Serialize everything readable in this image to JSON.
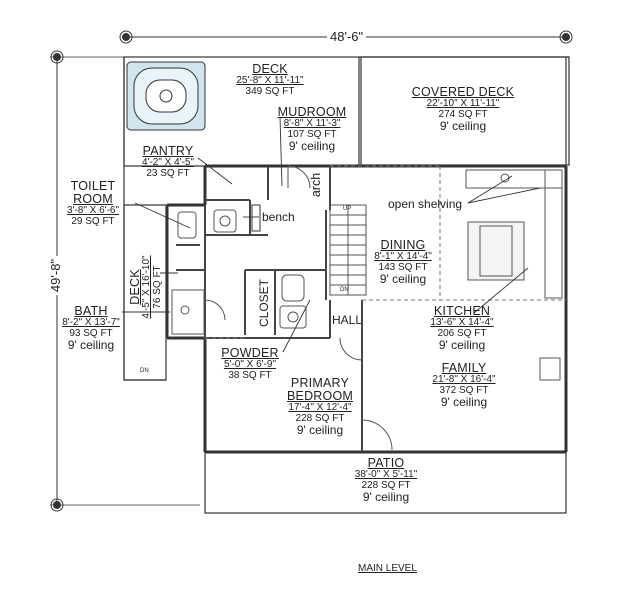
{
  "overall": {
    "width_dim": "48'-6\"",
    "depth_dim": "49'-8\"",
    "caption": "MAIN LEVEL"
  },
  "rooms": {
    "deck": {
      "name": "DECK",
      "dim": "25'-8\" X 11'-11\"",
      "area": "349 SQ FT"
    },
    "covered_deck": {
      "name": "COVERED DECK",
      "dim": "22'-10\" X 11'-11\"",
      "area": "274 SQ FT",
      "ceiling": "9' ceiling"
    },
    "mudroom": {
      "name": "MUDROOM",
      "dim": "8'-8\" X 11'-3\"",
      "area": "107 SQ FT",
      "ceiling": "9' ceiling"
    },
    "pantry": {
      "name": "PANTRY",
      "dim": "4'-2\" X 4'-5\"",
      "area": "23 SQ FT"
    },
    "toilet_room": {
      "name1": "TOILET",
      "name2": "ROOM",
      "dim": "3'-8\" X 6'-6\"",
      "area": "29 SQ FT"
    },
    "side_deck": {
      "name": "DECK",
      "dim": "4'-5\" X 16'-10\"",
      "area": "76 SQ FT"
    },
    "bath": {
      "name": "BATH",
      "dim": "8'-2\" X 13'-7\"",
      "area": "93 SQ FT",
      "ceiling": "9' ceiling"
    },
    "dining": {
      "name": "DINING",
      "dim": "8'-1\" X 14'-4\"",
      "area": "143 SQ FT",
      "ceiling": "9' ceiling"
    },
    "kitchen": {
      "name": "KITCHEN",
      "dim": "13'-6\" X 14'-4\"",
      "area": "206 SQ FT",
      "ceiling": "9' ceiling"
    },
    "family": {
      "name": "FAMILY",
      "dim": "21'-8\" X 16'-4\"",
      "area": "372 SQ FT",
      "ceiling": "9' ceiling"
    },
    "powder": {
      "name": "POWDER",
      "dim": "5'-0\" X 6'-9\"",
      "area": "38 SQ FT"
    },
    "primary_bedroom": {
      "name1": "PRIMARY",
      "name2": "BEDROOM",
      "dim": "17'-4\" X 12'-4\"",
      "area": "228 SQ FT",
      "ceiling": "9' ceiling"
    },
    "patio": {
      "name": "PATIO",
      "dim": "38'-0\" X 5'-11\"",
      "area": "228 SQ FT",
      "ceiling": "9' ceiling"
    }
  },
  "tags": {
    "arch": "arch",
    "bench": "bench",
    "open_shelving": "open shelving",
    "closet": "CLOSET",
    "hall": "HALL",
    "up": "UP",
    "dn1": "DN",
    "dn2": "DN"
  }
}
